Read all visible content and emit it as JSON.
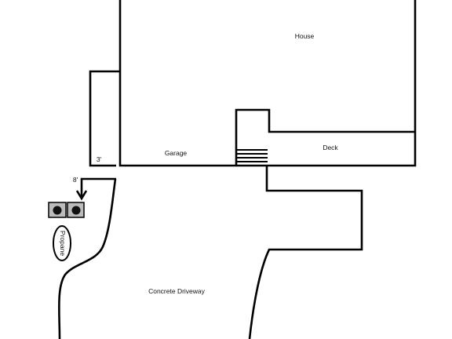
{
  "labels": {
    "house": "House",
    "garage": "Garage",
    "deck": "Deck",
    "driveway": "Concrete Driveway",
    "propane": "Propane",
    "dim_width": "3'",
    "dim_length": "8'"
  },
  "colors": {
    "line": "#000000",
    "background": "#ffffff",
    "unit_fill": "#bcbcbc",
    "fan": "#111111"
  },
  "icons": [
    "hvac-fan-icon",
    "arrow-down-icon",
    "stair-treads-icon"
  ]
}
